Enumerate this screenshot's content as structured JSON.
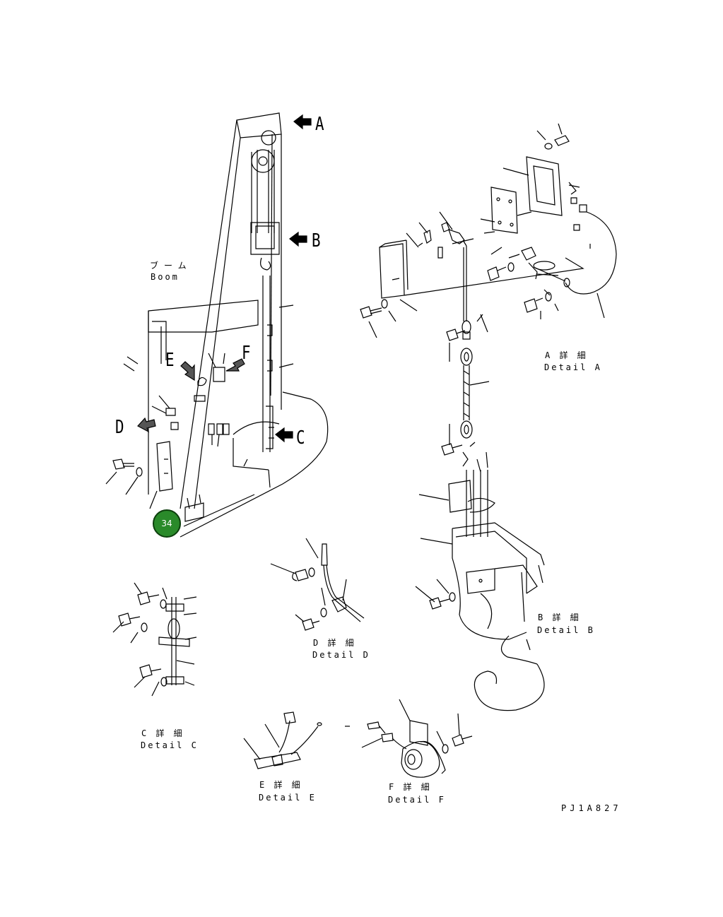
{
  "labels": {
    "boom_jp": "ブーム",
    "boom_en": "Boom",
    "view_a": "A",
    "view_b": "B",
    "view_c": "C",
    "view_d": "D",
    "view_e": "E",
    "view_f": "F",
    "detail_a_jp": "A 詳 細",
    "detail_a_en": "Detail A",
    "detail_b_jp": "B 詳 細",
    "detail_b_en": "Detail B",
    "detail_c_jp": "C 詳 細",
    "detail_c_en": "Detail C",
    "detail_d_jp": "D 詳 細",
    "detail_d_en": "Detail D",
    "detail_e_jp": "E 詳 細",
    "detail_e_en": "Detail E",
    "detail_f_jp": "F 詳 細",
    "detail_f_en": "Detail F",
    "drawing_code": "PJ1A827"
  },
  "hotspot": {
    "number": "34",
    "color": "#2a8a2a"
  },
  "colors": {
    "line": "#000000",
    "background": "#ffffff"
  }
}
